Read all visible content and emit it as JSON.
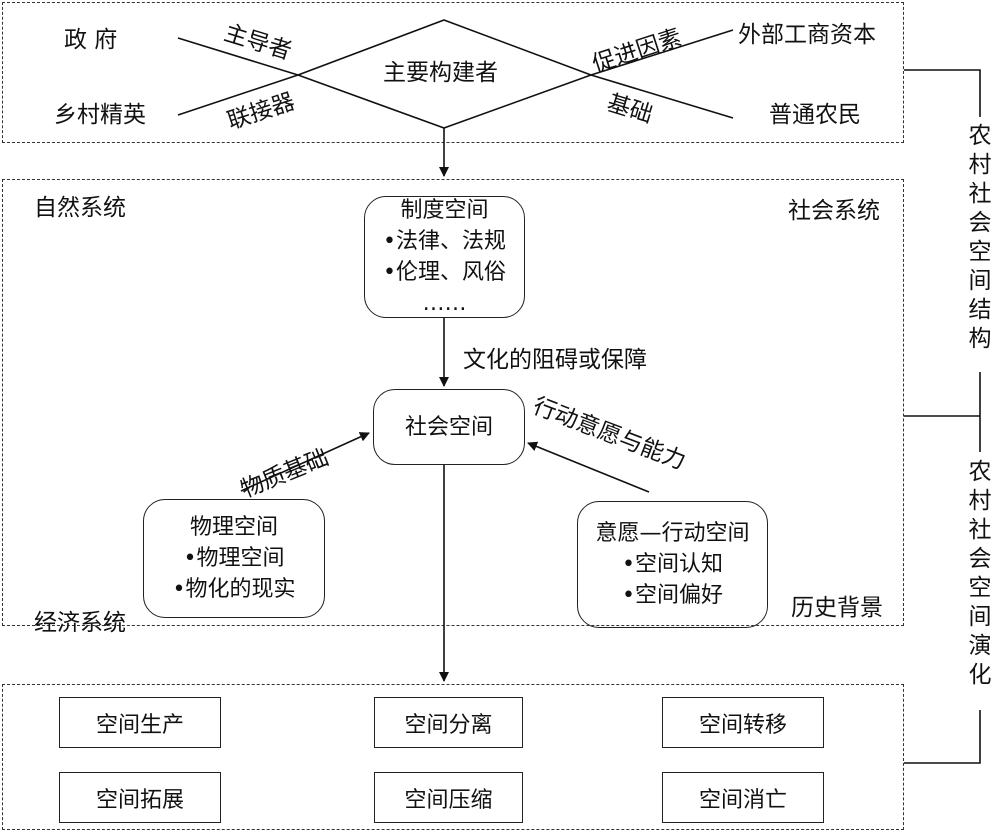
{
  "top_section": {
    "left_top": "政 府",
    "left_bottom": "乡村精英",
    "right_top": "外部工商资本",
    "right_bottom": "普通农民",
    "center": "主要构建者",
    "label_leader": "主导者",
    "label_connector": "联接器",
    "label_promoter": "促进因素",
    "label_base": "基础"
  },
  "middle_section": {
    "natural_system": "自然系统",
    "social_system": "社会系统",
    "economic_system": "经济系统",
    "historical_background": "历史背景",
    "institutional_space": {
      "title": "制度空间",
      "items": [
        "•法律、法规",
        "•伦理、风俗"
      ],
      "ellipsis": "……"
    },
    "arrow_culture": "文化的阻碍或保障",
    "social_space": "社会空间",
    "arrow_material": "物质基础",
    "arrow_willingness": "行动意愿与能力",
    "physical_space": {
      "title": "物理空间",
      "items": [
        "•物理空间",
        "•物化的现实"
      ]
    },
    "willingness_space": {
      "title": "意愿—行动空间",
      "items": [
        "•空间认知",
        "•空间偏好"
      ]
    }
  },
  "bottom_section": {
    "boxes": [
      "空间生产",
      "空间分离",
      "空间转移",
      "空间拓展",
      "空间压缩",
      "空间消亡"
    ]
  },
  "side_labels": {
    "structure": "农村社会空间结构",
    "evolution": "农村社会空间演化"
  }
}
